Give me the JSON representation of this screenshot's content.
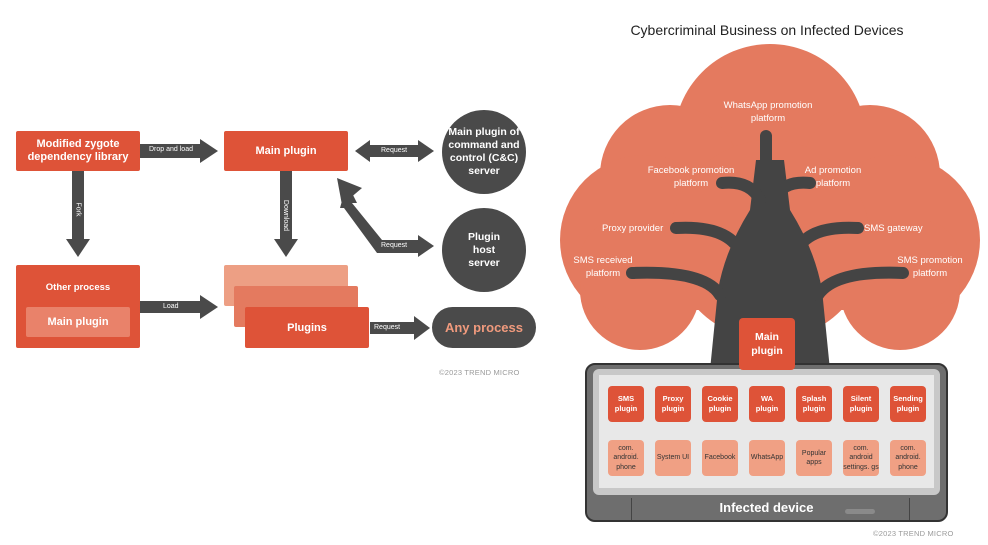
{
  "left_diagram": {
    "nodes": {
      "zygote": "Modified zygote dependency library",
      "main_plugin": "Main plugin",
      "cc_server": "Main plugin of command and control (C&C) server",
      "plugin_host": "Plugin host server",
      "other_process": "Other process",
      "other_main_plugin": "Main plugin",
      "plugins": "Plugins",
      "any_process": "Any process"
    },
    "edges": {
      "drop_and_load": "Drop and load",
      "fork": "Fork",
      "download": "Download",
      "request_cc": "Request",
      "request_host": "Request",
      "load": "Load",
      "request_any": "Request"
    },
    "copyright": "©2023 TREND MICRO"
  },
  "right_diagram": {
    "title": "Cybercriminal Business on Infected Devices",
    "branches": {
      "whatsapp": "WhatsApp promotion platform",
      "facebook": "Facebook promotion platform",
      "ad": "Ad promotion platform",
      "proxy": "Proxy provider",
      "sms_gateway": "SMS gateway",
      "sms_received": "SMS received platform",
      "sms_promotion": "SMS promotion platform"
    },
    "trunk_label": "Main plugin",
    "plugins": [
      "SMS plugin",
      "Proxy plugin",
      "Cookie plugin",
      "WA plugin",
      "Splash plugin",
      "Silent plugin",
      "Sending plugin"
    ],
    "apps": [
      "com. android. phone",
      "System UI",
      "Facebook",
      "WhatsApp",
      "Popular apps",
      "com. android settings. gs",
      "com. android. phone"
    ],
    "device_label": "Infected device",
    "copyright": "©2023 TREND MICRO"
  },
  "colors": {
    "primary_red": "#de5338",
    "light_red": "#f0a084",
    "cloud": "#e47a5f",
    "dark": "#4a4a4a"
  }
}
